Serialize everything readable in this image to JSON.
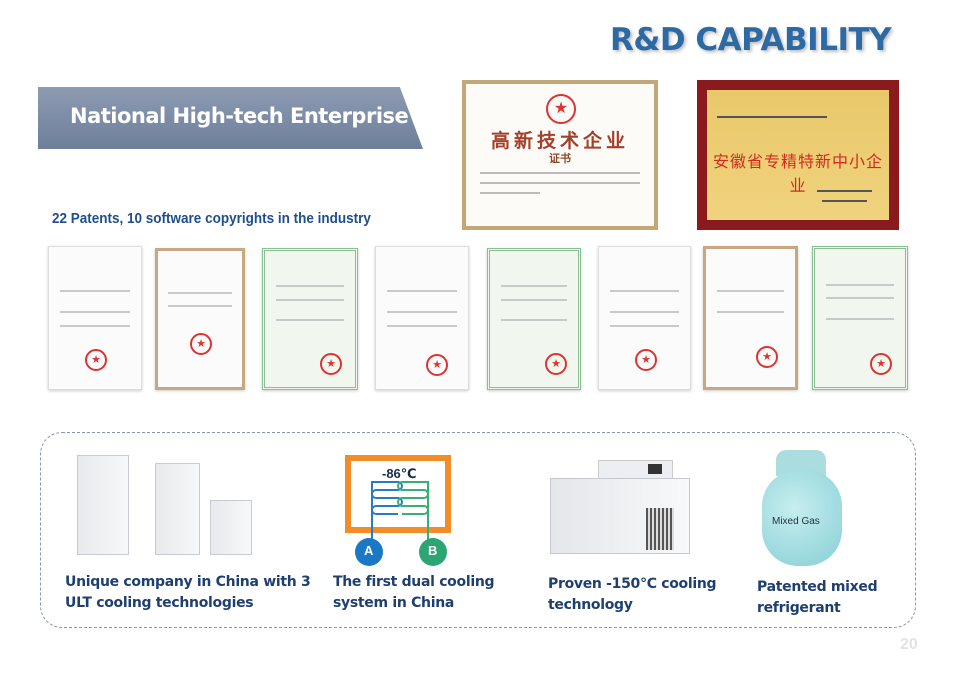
{
  "header": {
    "title": "R&D CAPABILITY"
  },
  "banner": {
    "text": "National High-tech Enterprise"
  },
  "subtitle": "22 Patents, 10 software copyrights in the industry",
  "top_certificates": [
    {
      "title": "高新技术企业",
      "subtitle": "证书"
    },
    {
      "title": "安徽省专精特新中小企业"
    }
  ],
  "features": [
    {
      "caption_line1": "Unique company in China with 3",
      "caption_line2": "ULT cooling technologies"
    },
    {
      "caption_line1": "The first dual cooling",
      "caption_line2": "system in China",
      "diagram_temp": "-86℃",
      "label_a": "A",
      "label_b": "B"
    },
    {
      "caption_line1": "Proven -150℃ cooling",
      "caption_line2": "technology"
    },
    {
      "caption_line1": "Patented mixed",
      "caption_line2": "refrigerant",
      "cylinder_label": "Mixed Gas"
    }
  ],
  "page_number": "20"
}
